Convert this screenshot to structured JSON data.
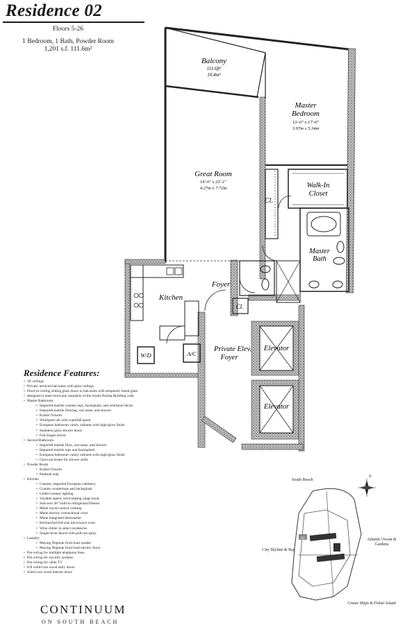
{
  "header": {
    "title": "Residence 02",
    "floors": "Floors 5-26",
    "layout": "1 Bedroom, 1 Bath, Powder Room",
    "area": "1,201 s.f.  111.6m²"
  },
  "rooms": {
    "balcony": {
      "name": "Balcony",
      "dim1": "111.6ft²",
      "dim2": "10.4m²"
    },
    "master_bedroom": {
      "name1": "Master",
      "name2": "Bedroom",
      "dim1": "13'-0\" x 17'-6\"",
      "dim2": "3.97m x 5.34m"
    },
    "great_room": {
      "name": "Great Room",
      "dim1": "14'-0\" x 23'-1\"",
      "dim2": "4.27m x 7.72m"
    },
    "walk_in_closet": {
      "name1": "Walk-In",
      "name2": "Closet"
    },
    "closet1": "Cl.",
    "master_bath": {
      "name1": "Master",
      "name2": "Bath"
    },
    "foyer": "Foyer",
    "kitchen": "Kitchen",
    "closet2": "Cl.",
    "private_foyer": {
      "name1": "Private Elev.",
      "name2": "Foyer"
    },
    "elevator1": "Elevator",
    "elevator2": "Elevator",
    "washer_dryer": "W/D",
    "ac": "A/C"
  },
  "features": {
    "title": "Residence Features:",
    "items": [
      {
        "level": 0,
        "text": "10' ceilings"
      },
      {
        "level": 0,
        "text": "Private, terraced balconies with glass railings"
      },
      {
        "level": 0,
        "text": "Floor-to-ceiling sliding glass doors to balconies with tempered, tinted glass"
      },
      {
        "level": 0,
        "text": "designed to meet hurricane standards of the South Florida Building code"
      },
      {
        "level": 0,
        "text": "Master Bathroom"
      },
      {
        "level": 1,
        "text": "Imported marble counter tops, backsplash, and whirlpool decks"
      },
      {
        "level": 1,
        "text": "Imported marble flooring, wet areas, and shower"
      },
      {
        "level": 1,
        "text": "Kohler fixtures"
      },
      {
        "level": 1,
        "text": "Whirlpool tub with waterfall spout"
      },
      {
        "level": 1,
        "text": "European bathroom vanity cabinets with high-gloss finish"
      },
      {
        "level": 1,
        "text": "Seamless glass shower doors"
      },
      {
        "level": 1,
        "text": "Full length mirror"
      },
      {
        "level": 0,
        "text": "Second Bathroom"
      },
      {
        "level": 1,
        "text": "Imported marble floor, wet areas, and shower"
      },
      {
        "level": 1,
        "text": "Imported marble tops and backsplash"
      },
      {
        "level": 1,
        "text": "European bathroom vanity cabinets with high-gloss finish"
      },
      {
        "level": 1,
        "text": "Glass enclosure for shower stalls"
      },
      {
        "level": 0,
        "text": "Powder Room"
      },
      {
        "level": 1,
        "text": "Kohler fixtures"
      },
      {
        "level": 1,
        "text": "Pedestal sink"
      },
      {
        "level": 0,
        "text": "Kitchen"
      },
      {
        "level": 1,
        "text": "Custom, imported European cabinetry"
      },
      {
        "level": 1,
        "text": "Granite countertops and backsplash"
      },
      {
        "level": 1,
        "text": "Under-counter lighting"
      },
      {
        "level": 1,
        "text": "Variable speed, recirculating range hood"
      },
      {
        "level": 1,
        "text": "Sub-zero 48\" built-in refrigerator/freezer"
      },
      {
        "level": 1,
        "text": "Miele touch-control cooktop"
      },
      {
        "level": 1,
        "text": "Miele electric convectional oven"
      },
      {
        "level": 1,
        "text": "Miele integrated dishwasher"
      },
      {
        "level": 1,
        "text": "KitchenAid full-size microwave oven"
      },
      {
        "level": 1,
        "text": "Wine chiller in select residences"
      },
      {
        "level": 1,
        "text": "Single-lever faucet with pull-out spray"
      },
      {
        "level": 0,
        "text": "Laundry"
      },
      {
        "level": 1,
        "text": "Maytag Neptune front-load washer"
      },
      {
        "level": 1,
        "text": "Maytag Neptune front-load electric dryer"
      },
      {
        "level": 0,
        "text": "Pre-wiring for multiple telephone lines"
      },
      {
        "level": 0,
        "text": "Pre-wiring for security systems"
      },
      {
        "level": 0,
        "text": "Pre-wiring for cable TV"
      },
      {
        "level": 0,
        "text": "8-ft solid-core wood entry doors"
      },
      {
        "level": 0,
        "text": "Solid-core wood interior doors"
      }
    ]
  },
  "key_plan": {
    "north_label": "N",
    "south_beach": "South Beach",
    "city": "City Skyline & Bay",
    "ocean": "Atlantic Ocean & Gardens",
    "cruise": "Cruise Ships & Fisher Island",
    "unit_number": "02"
  },
  "brand": {
    "name": "CONTINUUM",
    "sub": "ON SOUTH BEACH"
  }
}
